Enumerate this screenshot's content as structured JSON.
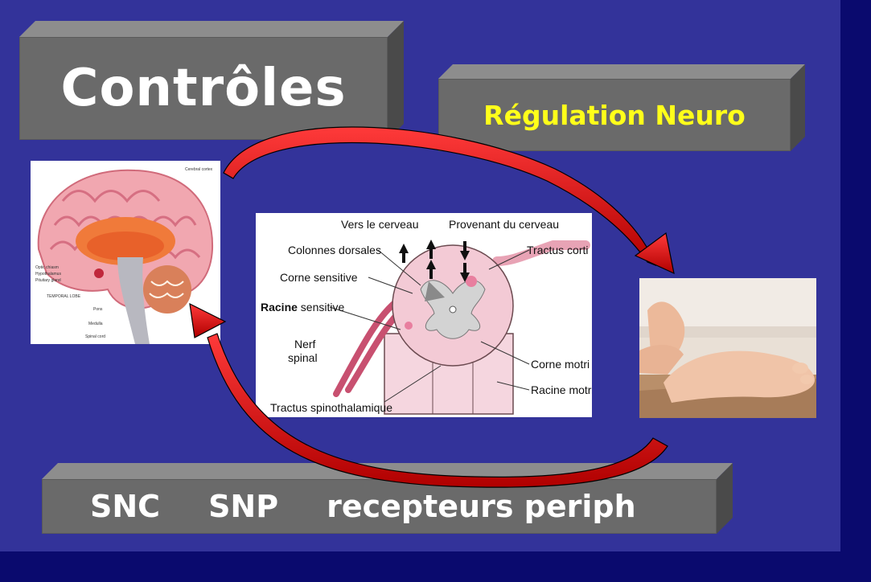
{
  "slide": {
    "title": "Contrôles",
    "subtitle": "Régulation Neuro",
    "bottom_items": [
      "SNC",
      "SNP",
      "recepteurs periph"
    ]
  },
  "brain_figure": {
    "labels": [
      "Cerebral cortex",
      "Optic chiasm",
      "Hypothalamus",
      "Pituitary gland",
      "TEMPORAL LOBE",
      "Pons",
      "Medulla",
      "Spinal cord"
    ]
  },
  "spinal_figure": {
    "top_left": "Vers le cerveau",
    "top_right": "Provenant du cerveau",
    "colonnes": "Colonnes dorsales",
    "tractus_cort": "Tractus corti",
    "corne_sensitive": "Corne sensitive",
    "racine_sensitive_1": "Racine",
    "racine_sensitive_2": " sensitive",
    "nerf": "Nerf",
    "spinal": "spinal",
    "corne_motri": "Corne motri",
    "racine_motri": "Racine motri",
    "tractus_spino": "Tractus spinothalamique"
  },
  "colors": {
    "background": "#33339a",
    "frame": "#0a0a6e",
    "box": "#6a6a6a",
    "subtitle_text": "#ffff1a",
    "arrow": "#e01010"
  },
  "images": {
    "brain": "brain-sagittal-illustration",
    "spine": "spinal-cord-cross-section",
    "foot": "foot-sole-photo"
  }
}
